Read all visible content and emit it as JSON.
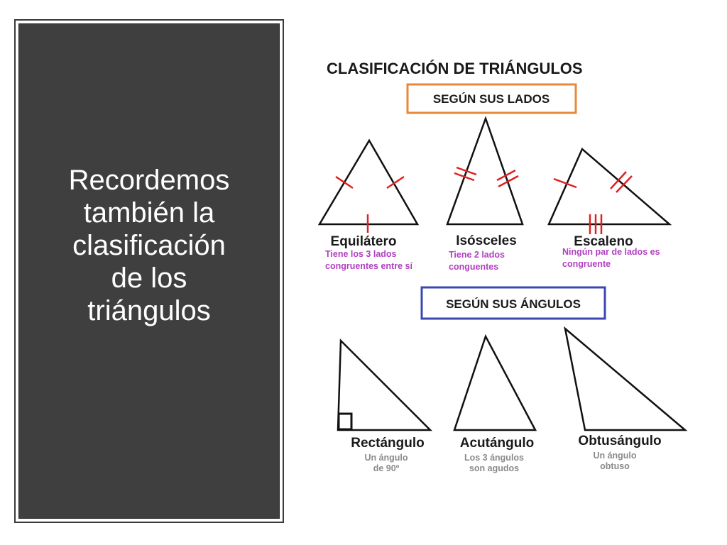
{
  "slide": {
    "text_lines": [
      "Recordemos",
      "también la",
      "clasificación",
      "de los",
      "triángulos"
    ]
  },
  "figure": {
    "title": "CLASIFICACIÓN DE TRIÁNGULOS",
    "sides_section": {
      "label": "SEGÚN SUS LADOS",
      "border_color": "#e8883a",
      "items": [
        {
          "name": "Equilátero",
          "desc": [
            "Tiene los 3 lados",
            "congruentes entre sí"
          ]
        },
        {
          "name": "Isósceles",
          "desc": [
            "Tiene 2 lados",
            "conguentes"
          ]
        },
        {
          "name": "Escaleno",
          "desc": [
            "Ningún par de lados es",
            "congruente"
          ]
        }
      ]
    },
    "angles_section": {
      "label": "SEGÚN SUS ÁNGULOS",
      "border_color": "#3b47b3",
      "items": [
        {
          "name": "Rectángulo",
          "desc": [
            "Un ángulo",
            "de 90º"
          ]
        },
        {
          "name": "Acutángulo",
          "desc": [
            "Los 3 ángulos",
            "son agudos"
          ]
        },
        {
          "name": "Obtusángulo",
          "desc": [
            "Un ángulo",
            "obtuso"
          ]
        }
      ]
    },
    "colors": {
      "tick_marks": "#e02020",
      "sides_desc": "#b040c0",
      "angles_desc": "#8a8a8a",
      "text": "#1a1a1a"
    }
  }
}
